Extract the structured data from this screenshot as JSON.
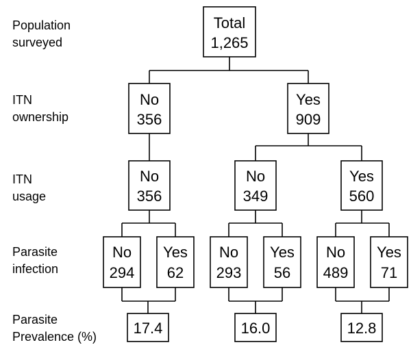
{
  "row_labels": [
    {
      "line1": "Population",
      "line2": "surveyed"
    },
    {
      "line1": "ITN",
      "line2": "ownership"
    },
    {
      "line1": "ITN",
      "line2": "usage"
    },
    {
      "line1": "Parasite",
      "line2": "infection"
    },
    {
      "line1": "Parasite",
      "line2": "Prevalence (%)"
    }
  ],
  "nodes": {
    "total": {
      "label": "Total",
      "value": "1,265"
    },
    "own_no": {
      "label": "No",
      "value": "356"
    },
    "own_yes": {
      "label": "Yes",
      "value": "909"
    },
    "use_no_a": {
      "label": "No",
      "value": "356"
    },
    "use_no_b": {
      "label": "No",
      "value": "349"
    },
    "use_yes": {
      "label": "Yes",
      "value": "560"
    },
    "inf_a_no": {
      "label": "No",
      "value": "294"
    },
    "inf_a_yes": {
      "label": "Yes",
      "value": "62"
    },
    "inf_b_no": {
      "label": "No",
      "value": "293"
    },
    "inf_b_yes": {
      "label": "Yes",
      "value": "56"
    },
    "inf_c_no": {
      "label": "No",
      "value": "489"
    },
    "inf_c_yes": {
      "label": "Yes",
      "value": "71"
    },
    "prev_a": {
      "value": "17.4"
    },
    "prev_b": {
      "value": "16.0"
    },
    "prev_c": {
      "value": "12.8"
    }
  }
}
